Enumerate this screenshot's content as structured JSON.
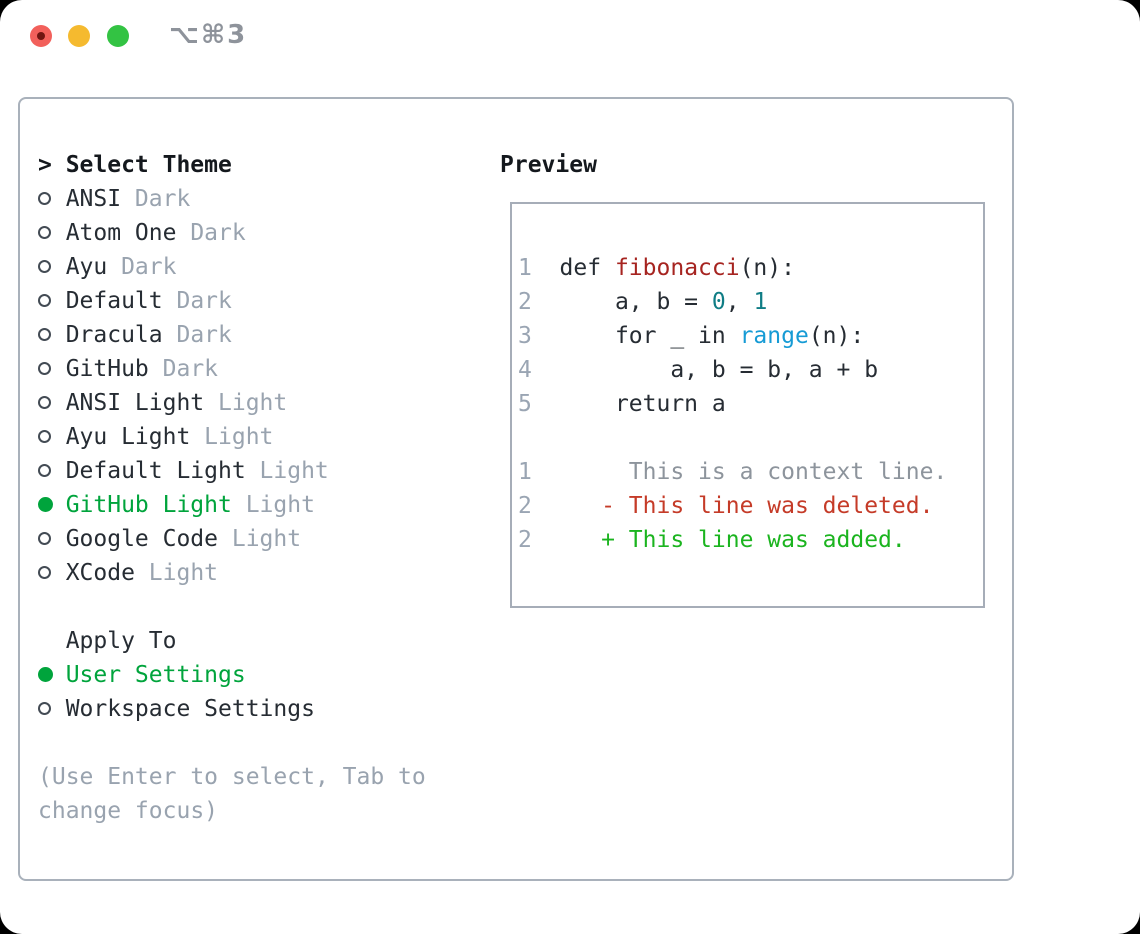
{
  "titlebar": {
    "hotkey": "⌥⌘3",
    "buttons": [
      "close",
      "minimize",
      "zoom"
    ]
  },
  "theme_picker": {
    "header_marker": ">",
    "header": "Select Theme",
    "themes": [
      {
        "name": "ANSI",
        "variant": "Dark",
        "selected": false
      },
      {
        "name": "Atom One",
        "variant": "Dark",
        "selected": false
      },
      {
        "name": "Ayu",
        "variant": "Dark",
        "selected": false
      },
      {
        "name": "Default",
        "variant": "Dark",
        "selected": false
      },
      {
        "name": "Dracula",
        "variant": "Dark",
        "selected": false
      },
      {
        "name": "GitHub",
        "variant": "Dark",
        "selected": false
      },
      {
        "name": "ANSI Light",
        "variant": "Light",
        "selected": false
      },
      {
        "name": "Ayu Light",
        "variant": "Light",
        "selected": false
      },
      {
        "name": "Default Light",
        "variant": "Light",
        "selected": false
      },
      {
        "name": "GitHub Light",
        "variant": "Light",
        "selected": true
      },
      {
        "name": "Google Code",
        "variant": "Light",
        "selected": false
      },
      {
        "name": "XCode",
        "variant": "Light",
        "selected": false
      }
    ],
    "apply_to": {
      "header": "Apply To",
      "options": [
        {
          "label": "User Settings",
          "selected": true
        },
        {
          "label": "Workspace Settings",
          "selected": false
        }
      ]
    },
    "hint_lines": [
      "(Use Enter to select, Tab to",
      "change focus)"
    ]
  },
  "preview": {
    "header": "Preview",
    "lines": [
      {
        "no": "1",
        "segments": [
          {
            "t": "  def ",
            "c": "code"
          },
          {
            "t": "fibonacci",
            "c": "func"
          },
          {
            "t": "(n):",
            "c": "code"
          }
        ]
      },
      {
        "no": "2",
        "segments": [
          {
            "t": "      a, b = ",
            "c": "code"
          },
          {
            "t": "0",
            "c": "lit"
          },
          {
            "t": ", ",
            "c": "code"
          },
          {
            "t": "1",
            "c": "lit"
          }
        ]
      },
      {
        "no": "3",
        "segments": [
          {
            "t": "      for _ in ",
            "c": "code"
          },
          {
            "t": "range",
            "c": "builtin"
          },
          {
            "t": "(n):",
            "c": "code"
          }
        ]
      },
      {
        "no": "4",
        "segments": [
          {
            "t": "          a, b = b, a + b",
            "c": "code"
          }
        ]
      },
      {
        "no": "5",
        "segments": [
          {
            "t": "      return a",
            "c": "code"
          }
        ]
      },
      {
        "no": "",
        "segments": []
      },
      {
        "no": "1",
        "segments": [
          {
            "t": "       This is a context line.",
            "c": "ctx"
          }
        ]
      },
      {
        "no": "2",
        "segments": [
          {
            "t": "     - This line was deleted.",
            "c": "del"
          }
        ]
      },
      {
        "no": "2",
        "segments": [
          {
            "t": "     + This line was added.",
            "c": "add"
          }
        ]
      }
    ]
  },
  "colors": {
    "text_dark": "#262c33",
    "text_header": "#14181d",
    "muted": "#99a3af",
    "line_number": "#9aa5b3",
    "context": "#8d949c",
    "selection_green": "#00a43c",
    "added_green": "#1bb41f",
    "deleted_red": "#c53b28",
    "function_red": "#a62420",
    "literal_teal": "#0f7d85",
    "builtin_blue": "#169bd5",
    "panel_border": "#a9b1bb",
    "preview_border": "#a6adb8",
    "radio_ring": "#434b54",
    "traffic_red": "#f2605b",
    "traffic_red_dot": "#701511",
    "traffic_yellow": "#f5ba2f",
    "traffic_green": "#33c343",
    "hotkey_gray": "#8e939b",
    "window_bg": "#ffffff",
    "outside_bg": "#000000"
  }
}
